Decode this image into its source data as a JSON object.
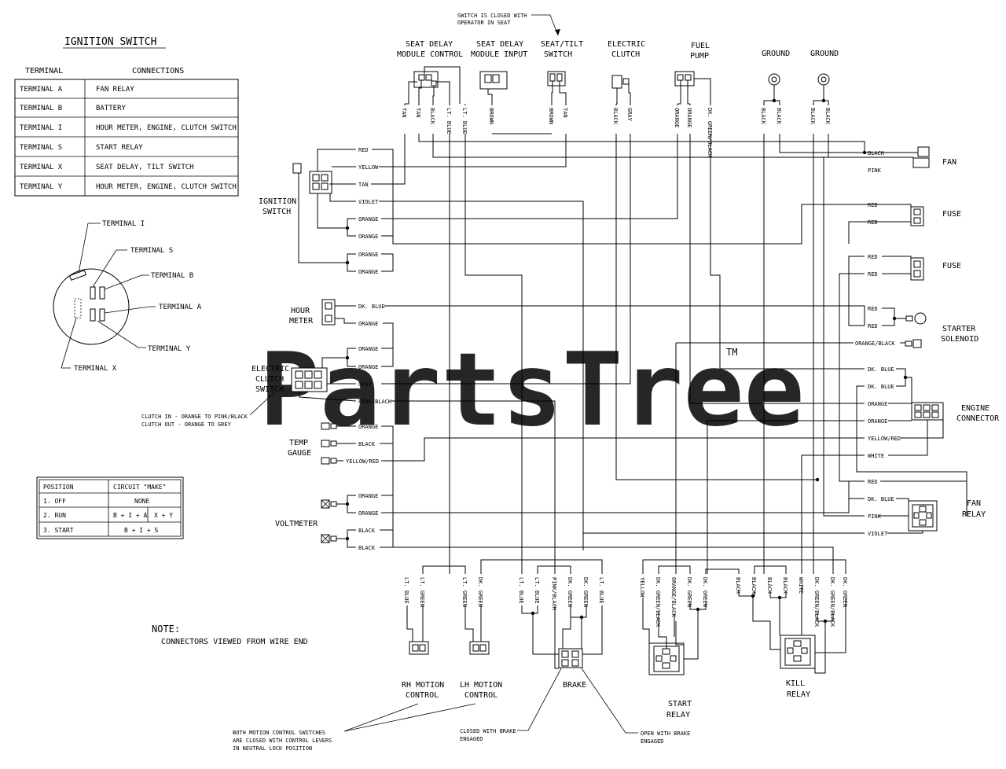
{
  "ignition_table": {
    "title": "IGNITION SWITCH",
    "headers": [
      "TERMINAL",
      "CONNECTIONS"
    ],
    "rows": [
      [
        "TERMINAL A",
        "FAN RELAY"
      ],
      [
        "TERMINAL B",
        "BATTERY"
      ],
      [
        "TERMINAL I",
        "HOUR METER, ENGINE, CLUTCH SWITCH"
      ],
      [
        "TERMINAL S",
        "START RELAY"
      ],
      [
        "TERMINAL X",
        "SEAT DELAY, TILT SWITCH"
      ],
      [
        "TERMINAL Y",
        "HOUR METER, ENGINE, CLUTCH SWITCH"
      ]
    ]
  },
  "terminal_callouts": {
    "i": "TERMINAL I",
    "s": "TERMINAL S",
    "b": "TERMINAL B",
    "a": "TERMINAL A",
    "y": "TERMINAL Y",
    "x": "TERMINAL X"
  },
  "position_table": {
    "headers": [
      "POSITION",
      "CIRCUIT \"MAKE\""
    ],
    "rows": [
      [
        "1. OFF",
        "NONE",
        ""
      ],
      [
        "2. RUN",
        "B + I + A",
        "X + Y"
      ],
      [
        "3. START",
        "B + I + S",
        ""
      ]
    ]
  },
  "note": {
    "line1": "NOTE:",
    "line2": "CONNECTORS VIEWED FROM WIRE END"
  },
  "top_note": {
    "line1": "SWITCH IS CLOSED WITH",
    "line2": "OPERATOR IN SEAT"
  },
  "components": {
    "seat_delay_control": [
      "SEAT DELAY",
      "MODULE CONTROL"
    ],
    "seat_delay_input": [
      "SEAT DELAY",
      "MODULE INPUT"
    ],
    "seat_tilt": [
      "SEAT/TILT",
      "SWITCH"
    ],
    "electric_clutch": [
      "ELECTRIC",
      "CLUTCH"
    ],
    "fuel_pump": [
      "FUEL",
      "PUMP"
    ],
    "ground1": "GROUND",
    "ground2": "GROUND",
    "ignition_switch": [
      "IGNITION",
      "SWITCH"
    ],
    "hour_meter": [
      "HOUR",
      "METER"
    ],
    "electric_clutch_switch": [
      "ELECTRIC",
      "CLUTCH",
      "SWITCH"
    ],
    "temp_gauge": [
      "TEMP",
      "GAUGE"
    ],
    "voltmeter": "VOLTMETER",
    "fan": "FAN",
    "fuse1": "FUSE",
    "fuse2": "FUSE",
    "starter_solenoid": [
      "STARTER",
      "SOLENOID"
    ],
    "engine_connector": [
      "ENGINE",
      "CONNECTOR"
    ],
    "fan_relay": [
      "FAN",
      "RELAY"
    ],
    "rh_motion": [
      "RH MOTION",
      "CONTROL"
    ],
    "lh_motion": [
      "LH MOTION",
      "CONTROL"
    ],
    "brake": "BRAKE",
    "start_relay": [
      "START",
      "RELAY"
    ],
    "kill_relay": [
      "KILL",
      "RELAY"
    ]
  },
  "clutch_note": {
    "line1": "CLUTCH IN - ORANGE TO PINK/BLACK",
    "line2": "CLUTCH OUT - ORANGE TO GREY"
  },
  "brake_notes": {
    "closed": [
      "CLOSED WITH BRAKE",
      "ENGAGED"
    ],
    "open": [
      "OPEN WITH BRAKE",
      "ENGAGED"
    ]
  },
  "motion_note": {
    "line1": "BOTH MOTION CONTROL SWITCHES",
    "line2": "ARE CLOSED WITH CONTROL LEVERS",
    "line3": "IN NEUTRAL LOCK POSITION"
  },
  "top_wire_labels": [
    "TAN",
    "TAN",
    "BLACK",
    "LT. BLUE",
    "LT. BLUE",
    "BROWN",
    "BROWN",
    "TAN",
    "BLACK",
    "GRAY",
    "ORANGE",
    "ORANGE",
    "DK. GREEN/BLACK",
    "BLACK",
    "BLACK",
    "BLACK",
    "BLACK"
  ],
  "left_wire_labels": [
    "RED",
    "YELLOW",
    "TAN",
    "VIOLET",
    "ORANGE",
    "ORANGE",
    "ORANGE",
    "ORANGE",
    "DK. BLUE",
    "ORANGE",
    "ORANGE",
    "ORANGE",
    "GRAY",
    "PINK/BLACK",
    "ORANGE",
    "BLACK",
    "YELLOW/RED",
    "ORANGE",
    "ORANGE",
    "BLACK",
    "BLACK"
  ],
  "right_wire_labels": [
    "BLACK",
    "PINK",
    "RED",
    "RED",
    "RED",
    "RED",
    "RED",
    "RED",
    "ORANGE/BLACK",
    "DK. BLUE",
    "DK. BLUE",
    "ORANGE",
    "ORANGE",
    "YELLOW/RED",
    "WHITE",
    "RED",
    "DK. BLUE",
    "PINK",
    "VIOLET"
  ],
  "bottom_wire_labels": [
    "LT. BLUE",
    "LT. GREEN",
    "LT. GREEN",
    "DK. GREEN",
    "LT. BLUE",
    "LT. BLUE",
    "PINK/BLACK",
    "DK. GREEN",
    "DK. GREEN",
    "LT. BLUE",
    "YELLOW",
    "DK. GREEN/BLACK",
    "ORANGE/BLACK",
    "DK. GREEN",
    "DK. GREEN",
    "BLACK",
    "BLACK",
    "BLACK",
    "BLACK",
    "WHITE",
    "DK. GREEN/BLACK",
    "DK. GREEN/BLACK",
    "DK. GREEN"
  ],
  "watermark": "PartsTree",
  "watermark_tm": "TM"
}
